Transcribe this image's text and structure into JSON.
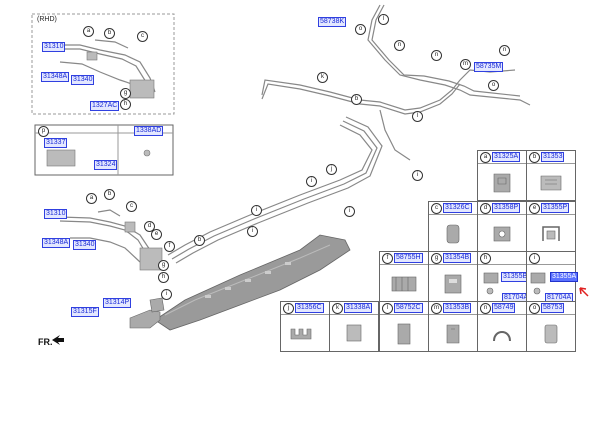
{
  "inset_tag": "(RHD)",
  "orientation_label": "FR.",
  "callout_letters": [
    "a",
    "b",
    "c",
    "d",
    "e",
    "f",
    "g",
    "h",
    "i",
    "j",
    "k",
    "l",
    "m",
    "n",
    "o",
    "p"
  ],
  "part_numbers": {
    "p31310": "31310",
    "p31348A": "31348A",
    "p31340": "31340",
    "p1327AC": "1327AC",
    "p31337": "31337",
    "p31324": "31324",
    "p1338AD": "1338AD",
    "p58738K": "58738K",
    "p58735M": "58735M",
    "p31315F": "31315F",
    "p31314P": "31314P",
    "p31325A": "31325A",
    "p31353": "31353",
    "p31326C": "31326C",
    "p31358P": "31358P",
    "p31355P": "31355P",
    "p58755H": "58755H",
    "p31354B": "31354B",
    "p31355B": "31355B",
    "p31355A": "31355A",
    "p81704A": "81704A",
    "p31356C": "31356C",
    "p31338A": "31338A",
    "p58752C": "58752C",
    "p31353B": "31353B",
    "p58749": "58749",
    "p58753": "58753"
  },
  "colors": {
    "callout_fill": "#e3e7ff",
    "callout_border": "#3040e0",
    "callout_text": "#1a2bd6",
    "highlight": "#5b72ff",
    "pointer_arrow": "#e02020",
    "pipe": "#888888"
  }
}
